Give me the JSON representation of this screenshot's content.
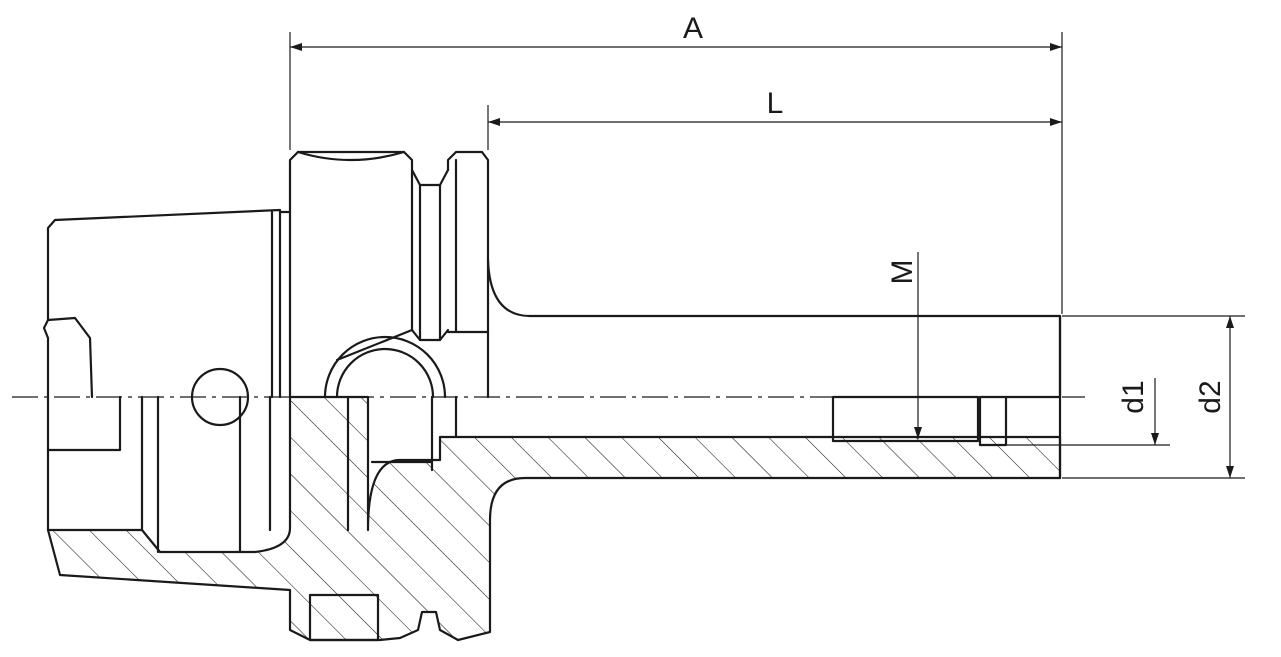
{
  "dimensions": {
    "A": "A",
    "L": "L",
    "M": "M",
    "d1": "d1",
    "d2": "d2"
  }
}
